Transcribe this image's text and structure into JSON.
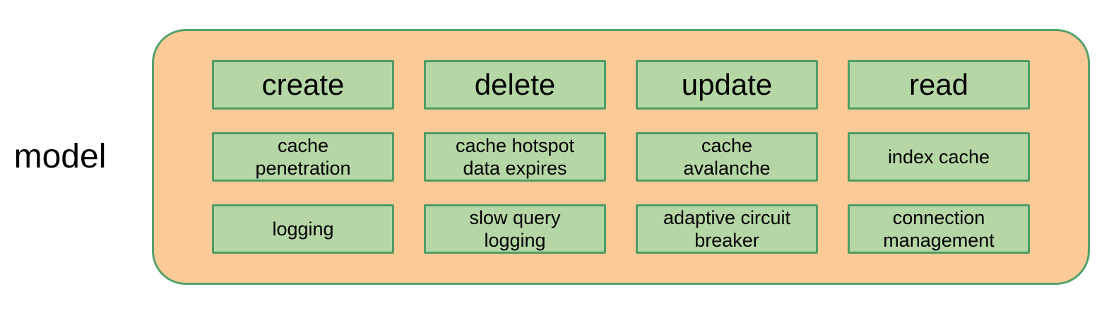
{
  "diagram": {
    "label": "model",
    "colors": {
      "background": "#ffffff",
      "container_fill": "#fcca96",
      "container_border": "#55a26d",
      "cell_fill": "#b5d6a5",
      "cell_border": "#4f9d66",
      "text": "#000000"
    },
    "rows": [
      {
        "role": "operations",
        "cells": [
          "create",
          "delete",
          "update",
          "read"
        ]
      },
      {
        "role": "cache-concerns",
        "cells": [
          "cache\npenetration",
          "cache hotspot\ndata expires",
          "cache\navalanche",
          "index cache"
        ]
      },
      {
        "role": "ops-features",
        "cells": [
          "logging",
          "slow query\nlogging",
          "adaptive circuit\nbreaker",
          "connection\nmanagement"
        ]
      }
    ]
  }
}
